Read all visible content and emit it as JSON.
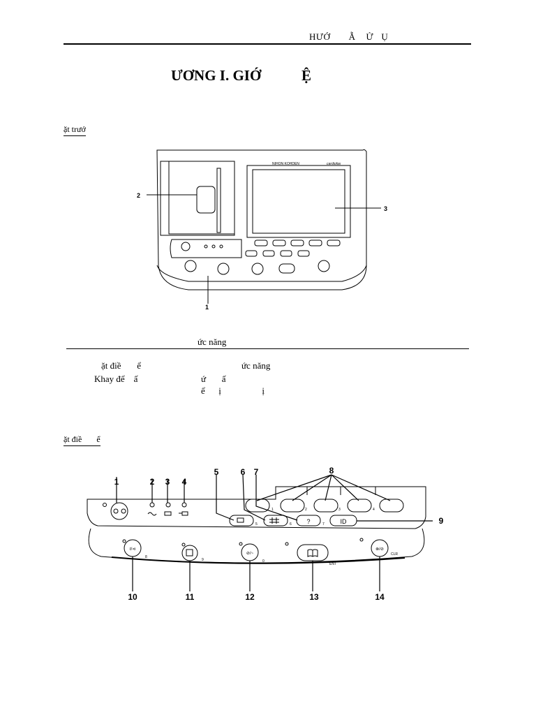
{
  "header": {
    "running_title": "HƯỚ       Ẫ    Ử   Ụ"
  },
  "chapter": {
    "title": "ƯƠNG I. GIỚ           Ệ"
  },
  "front_view": {
    "heading": "ặt trướ",
    "brand_left": "NIHON KOHDEN",
    "brand_right": "cardiofax",
    "callouts": [
      "1",
      "2",
      "3"
    ]
  },
  "functions": {
    "heading": "ức năng",
    "rows": [
      {
        "name": "ặt điề       ể",
        "desc": "ức năng"
      },
      {
        "name": "Khay để    ấ",
        "desc": "ứ       ấ"
      },
      {
        "name": "",
        "desc": "ể      ị                  ị"
      }
    ]
  },
  "control_panel": {
    "heading": "ặt điề       ể",
    "callouts": [
      "1",
      "2",
      "3",
      "4",
      "5",
      "6",
      "7",
      "8",
      "9",
      "10",
      "11",
      "12",
      "13",
      "14"
    ],
    "key_digits": [
      "1",
      "2",
      "3",
      "4",
      "5",
      "6",
      "7",
      "8",
      "9",
      "0"
    ],
    "key_labels": {
      "help": "?",
      "id": "ID",
      "ent": "ENT",
      "clr": "CLR"
    },
    "icons": [
      "power-icon",
      "ac-wave-icon",
      "battery-icon",
      "plug-icon",
      "copy-icon",
      "grid-icon",
      "help-icon",
      "id-icon",
      "filter-icon",
      "record-icon",
      "rhythm-icon",
      "book-icon",
      "stop-icon"
    ]
  }
}
